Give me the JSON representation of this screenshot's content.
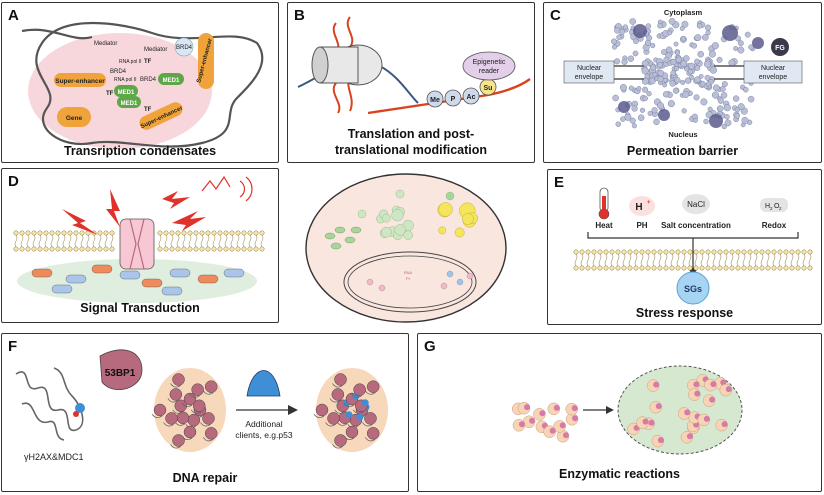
{
  "panels": {
    "a": {
      "letter": "A",
      "caption": "Transription condensates",
      "labels": {
        "mediator1": "Mediator",
        "mediator2": "Mediator",
        "brd4_top": "BRD4",
        "super_right": "Super-enhancer",
        "super_left": "Super-enhancer",
        "rna_pol_1": "RNA pol II",
        "tf1": "TF",
        "brd4_mid": "BRD4",
        "rna_pol_2": "RNA pol II",
        "brd4_b": "BRD4",
        "med1_a": "MED1",
        "tf2": "TF",
        "med1_b": "MED1",
        "med1_c": "MED1",
        "tf3": "TF",
        "super_bottom": "Super-enhancer",
        "gene": "Gene"
      }
    },
    "b": {
      "letter": "B",
      "caption_line1": "Translation and post-",
      "caption_line2": "translational modification",
      "labels": {
        "epigenetic_reader_1": "Epigenetic",
        "epigenetic_reader_2": "reader",
        "me": "Me",
        "p": "P",
        "ac": "Ac",
        "su": "Su"
      }
    },
    "c": {
      "letter": "C",
      "caption": "Permeation barrier",
      "labels": {
        "cytoplasm": "Cytoplasm",
        "nucleus": "Nucleus",
        "fg": "FG",
        "nuclear_left_1": "Nuclear",
        "nuclear_left_2": "envelope",
        "nuclear_right_1": "Nuclear",
        "nuclear_right_2": "envelope"
      }
    },
    "d": {
      "letter": "D",
      "caption": "Signal Transduction"
    },
    "center": {
      "labels": {
        "small_1": "RNA",
        "small_2": "Pr"
      }
    },
    "e": {
      "letter": "E",
      "caption": "Stress response",
      "labels": {
        "heat": "Heat",
        "h_plus": "H",
        "h_sup": "+",
        "ph": "PH",
        "nacl": "NaCl",
        "salt": "Salt concentration",
        "h2o2_h": "H",
        "h2o2_2a": "2",
        "h2o2_o": "O",
        "h2o2_2b": "2",
        "redox": "Redox",
        "sgs": "SGs"
      }
    },
    "f": {
      "letter": "F",
      "caption": "DNA repair",
      "labels": {
        "p53bp1": "53BP1",
        "additional_1": "Additional",
        "additional_2": "clients, e.g.p53",
        "gamma": "γH2AX&MDC1"
      }
    },
    "g": {
      "letter": "G",
      "caption": "Enzymatic reactions"
    }
  },
  "colors": {
    "orange": "#f0a33a",
    "green": "#5fa648",
    "pink_blob": "#f4c4cc",
    "blue_cap": "#3f8fd6",
    "red_bolt": "#e0312a",
    "mauve": "#b7697d",
    "peach": "#f6d4b4"
  }
}
